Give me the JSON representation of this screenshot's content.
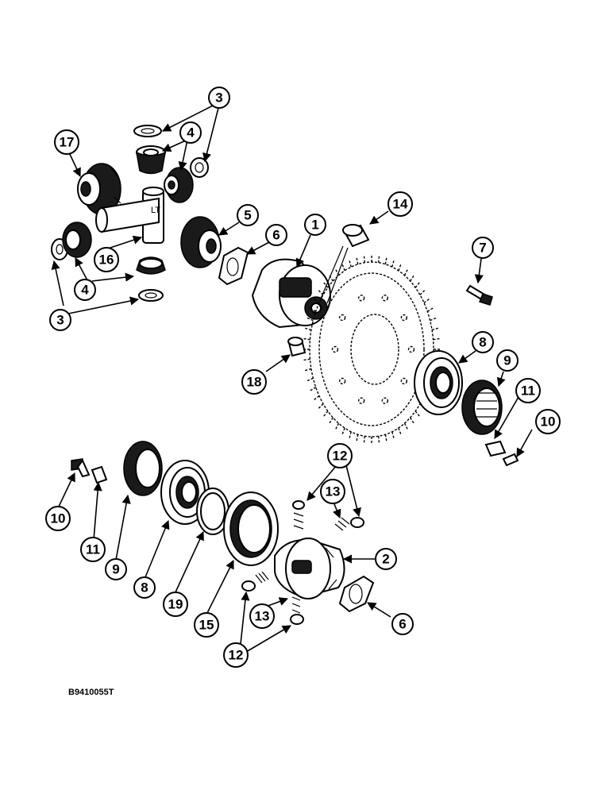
{
  "callouts": {
    "c3a": "3",
    "c4a": "4",
    "c17": "17",
    "c5": "5",
    "c14": "14",
    "c6a": "6",
    "c1": "1",
    "c7": "7",
    "c16": "16",
    "c4b": "4",
    "c3b": "3",
    "c8a": "8",
    "c9a": "9",
    "c18": "18",
    "c11a": "11",
    "c10a": "10",
    "c12a": "12",
    "c13a": "13",
    "c10b": "10",
    "c11b": "11",
    "c2": "2",
    "c9b": "9",
    "c8b": "8",
    "c19": "19",
    "c15": "15",
    "c13b": "13",
    "c6b": "6",
    "c12b": "12"
  },
  "reference_code": "B9410055T",
  "shaft_mark": "LT"
}
